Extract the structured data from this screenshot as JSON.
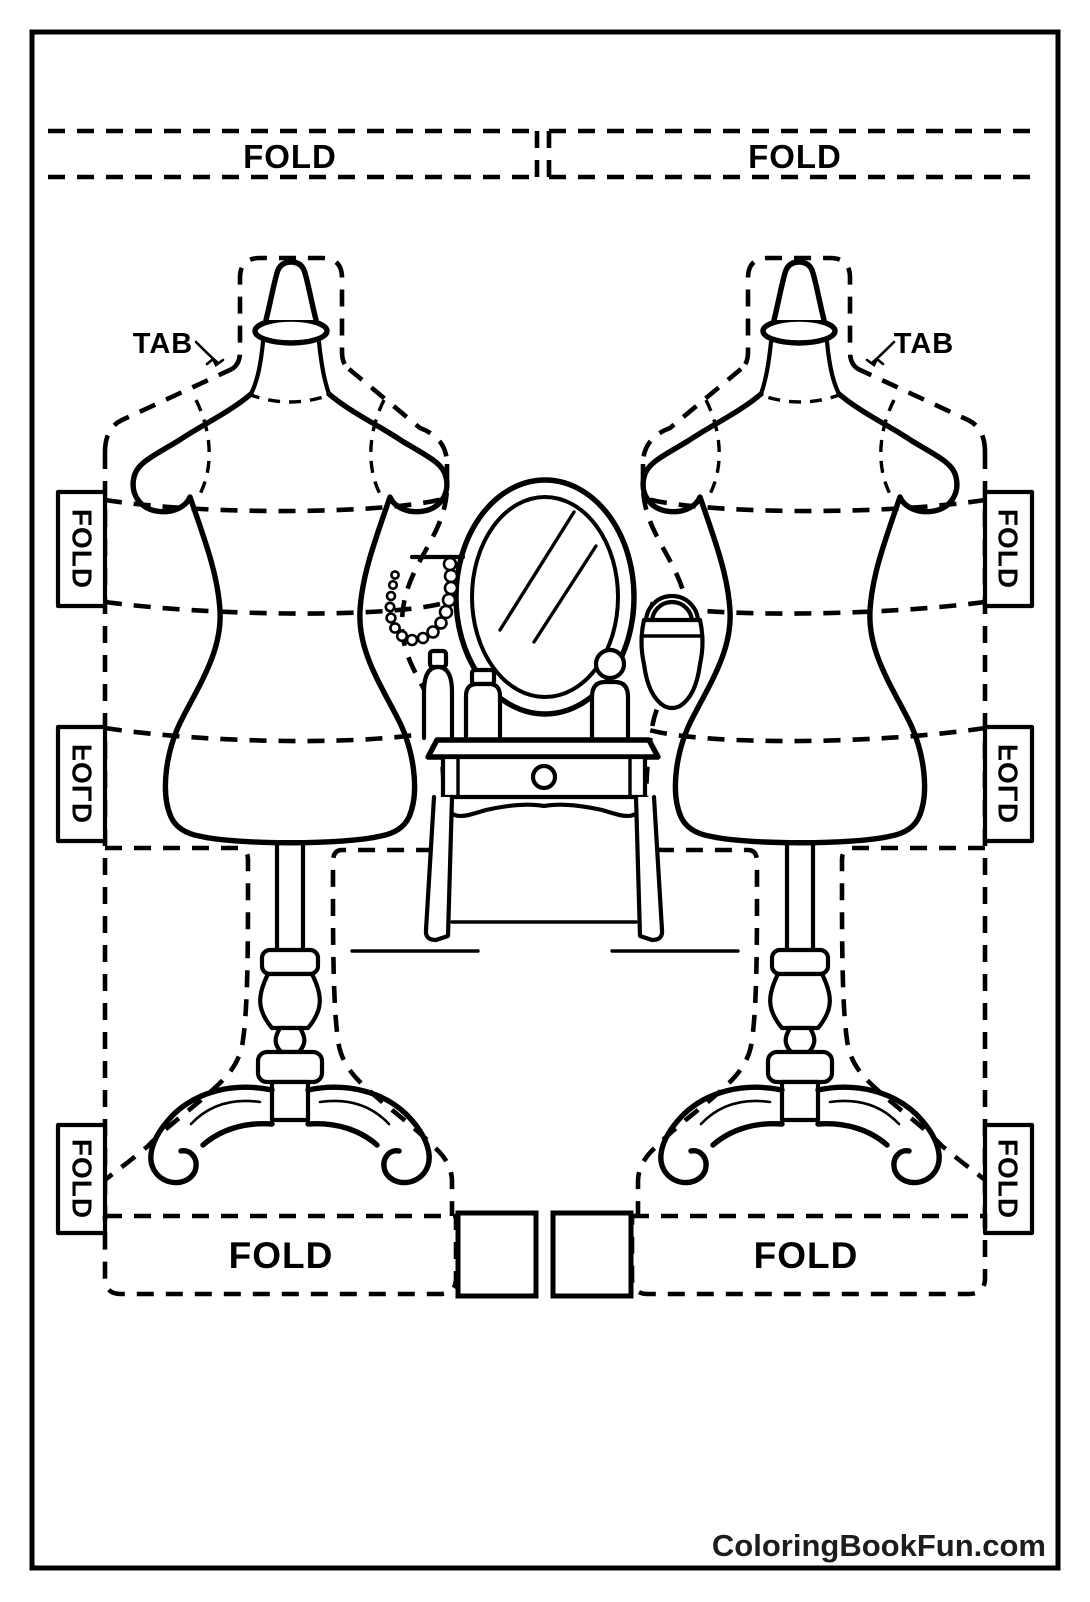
{
  "page": {
    "watermark": "ColoringBookFun.com",
    "ink_color": "#000000",
    "background_color": "#ffffff",
    "watermark_color": "#1d1d1d"
  },
  "top_strips": {
    "left_label": "FOLD",
    "right_label": "FOLD"
  },
  "tab_callouts": {
    "left_label": "TAB",
    "right_label": "TAB"
  },
  "side_tabs": {
    "left": [
      "FOLD",
      "FOLD",
      "FOLD"
    ],
    "right": [
      "FOLD",
      "FOLD",
      "FOLD"
    ]
  },
  "bottom_flaps": {
    "left_label": "FOLD",
    "right_label": "FOLD"
  }
}
